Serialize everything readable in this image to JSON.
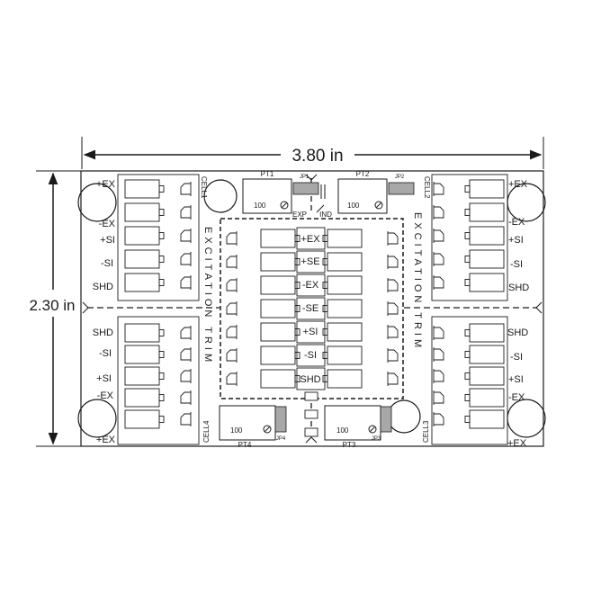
{
  "dimensions": {
    "width": "3.80 in",
    "height": "2.30 in"
  },
  "left_cell1_labels": [
    "+EX",
    "-EX",
    "+SI",
    "-SI",
    "SHD"
  ],
  "left_cell4_labels": [
    "SHD",
    "-SI",
    "+SI",
    "-EX",
    "+EX"
  ],
  "right_cell2_labels": [
    "+EX",
    "-EX",
    "+SI",
    "-SI",
    "SHD"
  ],
  "right_cell3_labels": [
    "SHD",
    "-SI",
    "+SI",
    "-EX",
    "+EX"
  ],
  "center_labels": [
    "+EX",
    "+SE",
    "-EX",
    "-SE",
    "+SI",
    "-SI",
    "SHD"
  ],
  "cells": {
    "cell1": "CELL1",
    "cell2": "CELL2",
    "cell3": "CELL3",
    "cell4": "CELL4"
  },
  "trim_text_left": "EXCITATION TRIM",
  "trim_text_right": "EXCITATION TRIM",
  "pots": {
    "pt1": "PT1",
    "pt2": "PT2",
    "pt3": "PT3",
    "pt4": "PT4",
    "value": "100"
  },
  "jumpers": {
    "jp1": "JP1",
    "jp2": "JP2",
    "jp3": "JP3",
    "jp4": "JP4"
  },
  "jumper_labels": {
    "exp": "EXP",
    "ind": "IND"
  },
  "mark_one": "1",
  "mark_dash": "—",
  "colors": {
    "line": "#1a1a1a",
    "jumper_fill": "#a8a8a8"
  }
}
